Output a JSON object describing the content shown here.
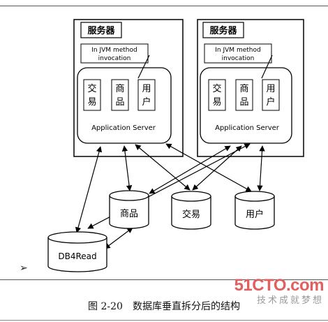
{
  "servers": [
    {
      "title": "服务器",
      "invocation": [
        "In JVM method",
        "invocation"
      ],
      "modules": [
        "交易",
        "商品",
        "用户"
      ],
      "app_server": "Application Server"
    },
    {
      "title": "服务器",
      "invocation": [
        "In JVM method",
        "invocation"
      ],
      "modules": [
        "交易",
        "商品",
        "用户"
      ],
      "app_server": "Application Server"
    }
  ],
  "databases": {
    "goods": "商品",
    "trade": "交易",
    "user": "用户",
    "read": "DB4Read"
  },
  "pointer": "➢",
  "caption": {
    "number": "图 2-20",
    "text": "数据库垂直拆分后的结构"
  },
  "watermark": {
    "main": "51CTO.com",
    "sub": "技术成就梦想"
  }
}
